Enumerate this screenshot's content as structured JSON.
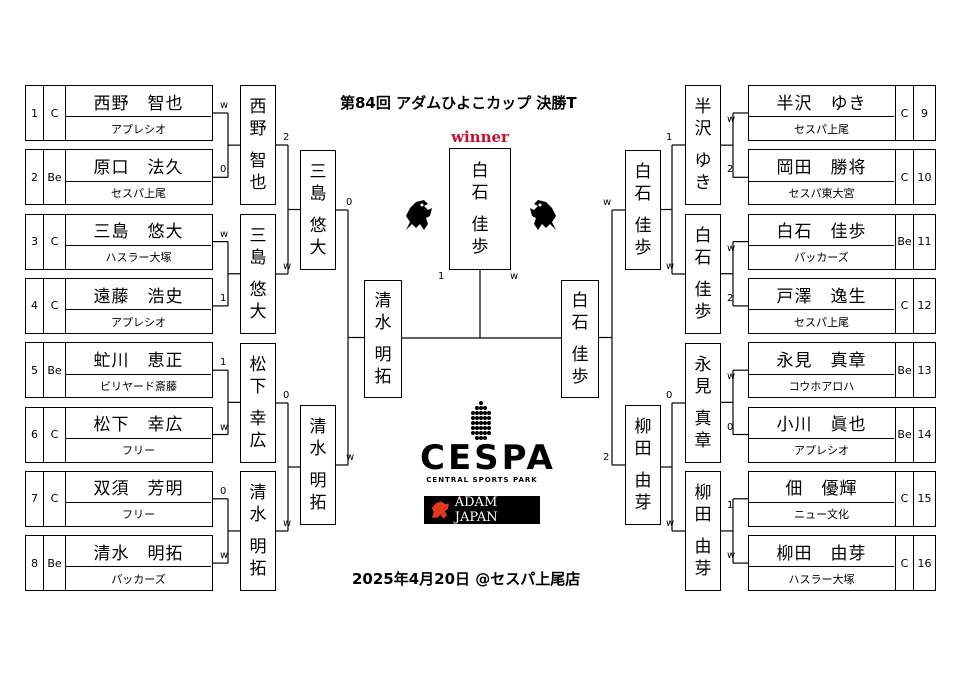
{
  "title": "第84回 アダムひよこカップ 決勝T",
  "date_venue": "2025年4月20日 @セスパ上尾店",
  "winner_label": "winner",
  "champion": [
    "白",
    "石",
    "",
    "佳",
    "歩"
  ],
  "final_left": [
    "清",
    "水",
    "",
    "明",
    "拓"
  ],
  "final_right": [
    "白",
    "石",
    "",
    "佳",
    "歩"
  ],
  "final_scores": {
    "left": "1",
    "right": "w"
  },
  "logo": {
    "main": "CESPA",
    "sub": "CENTRAL SPORTS PARK",
    "adam": "ADAM JAPAN"
  },
  "players_left": [
    {
      "seed": "1",
      "cls": "C",
      "name": "西野　智也",
      "club": "アプレシオ"
    },
    {
      "seed": "2",
      "cls": "Be",
      "name": "原口　法久",
      "club": "セスパ上尾"
    },
    {
      "seed": "3",
      "cls": "C",
      "name": "三島　悠大",
      "club": "ハスラー大塚"
    },
    {
      "seed": "4",
      "cls": "C",
      "name": "遠藤　浩史",
      "club": "アプレシオ"
    },
    {
      "seed": "5",
      "cls": "Be",
      "name": "虻川　恵正",
      "club": "ビリヤード斎藤"
    },
    {
      "seed": "6",
      "cls": "C",
      "name": "松下　幸広",
      "club": "フリー"
    },
    {
      "seed": "7",
      "cls": "C",
      "name": "双須　芳明",
      "club": "フリー"
    },
    {
      "seed": "8",
      "cls": "Be",
      "name": "清水　明拓",
      "club": "パッカーズ"
    }
  ],
  "players_right": [
    {
      "seed": "9",
      "cls": "C",
      "name": "半沢　ゆき",
      "club": "セスパ上尾"
    },
    {
      "seed": "10",
      "cls": "C",
      "name": "岡田　勝将",
      "club": "セスパ東大宮"
    },
    {
      "seed": "11",
      "cls": "Be",
      "name": "白石　佳歩",
      "club": "パッカーズ"
    },
    {
      "seed": "12",
      "cls": "C",
      "name": "戸澤　逸生",
      "club": "セスパ上尾"
    },
    {
      "seed": "13",
      "cls": "Be",
      "name": "永見　真章",
      "club": "コウホアロハ"
    },
    {
      "seed": "14",
      "cls": "Be",
      "name": "小川　眞也",
      "club": "アプレシオ"
    },
    {
      "seed": "15",
      "cls": "C",
      "name": "佃　優輝",
      "club": "ニュー文化"
    },
    {
      "seed": "16",
      "cls": "C",
      "name": "柳田　由芽",
      "club": "ハスラー大塚"
    }
  ],
  "r1_left": [
    [
      "西",
      "野",
      "",
      "智",
      "也"
    ],
    [
      "三",
      "島",
      "",
      "悠",
      "大"
    ],
    [
      "松",
      "下",
      "",
      "幸",
      "広"
    ],
    [
      "清",
      "水",
      "",
      "明",
      "拓"
    ]
  ],
  "r2_left": [
    [
      "三",
      "島",
      "",
      "悠",
      "大"
    ],
    [
      "清",
      "水",
      "",
      "明",
      "拓"
    ]
  ],
  "r1_right": [
    [
      "半",
      "沢",
      "",
      "ゆ",
      "き"
    ],
    [
      "白",
      "石",
      "",
      "佳",
      "歩"
    ],
    [
      "永",
      "見",
      "",
      "真",
      "章"
    ],
    [
      "柳",
      "田",
      "",
      "由",
      "芽"
    ]
  ],
  "r2_right": [
    [
      "白",
      "石",
      "",
      "佳",
      "歩"
    ],
    [
      "柳",
      "田",
      "",
      "由",
      "芽"
    ]
  ],
  "scores": {
    "l_r1": [
      "w",
      "0",
      "w",
      "1",
      "1",
      "w",
      "0",
      "w"
    ],
    "l_r2": [
      "2",
      "w",
      "0",
      "w"
    ],
    "l_r3": [
      "0",
      "w"
    ],
    "r_r1": [
      "w",
      "2",
      "w",
      "2",
      "w",
      "0",
      "1",
      "w"
    ],
    "r_r2": [
      "1",
      "w",
      "0",
      "w"
    ],
    "r_r3": [
      "w",
      "2"
    ]
  }
}
